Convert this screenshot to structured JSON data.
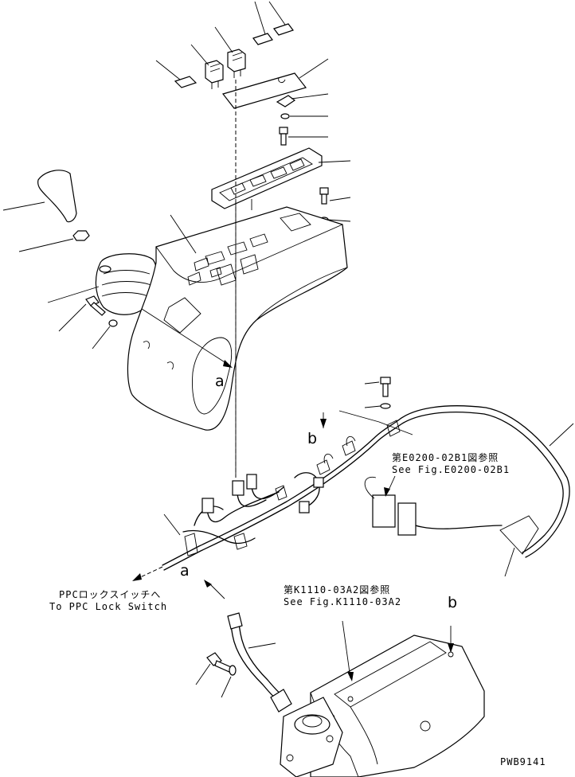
{
  "labels": {
    "ref_e0200_jp": "第E0200-02B1図参照",
    "ref_e0200_en": "See Fig.E0200-02B1",
    "ref_k1110_jp": "第K1110-03A2図参照",
    "ref_k1110_en": "See Fig.K1110-03A2",
    "ppc_jp": "PPCロックスイッチへ",
    "ppc_en": "To PPC Lock Switch",
    "marker_a_console": "a",
    "marker_a_cable": "a",
    "marker_b_harness": "b",
    "marker_b_bracket": "b",
    "figure_code": "PWB9141"
  }
}
